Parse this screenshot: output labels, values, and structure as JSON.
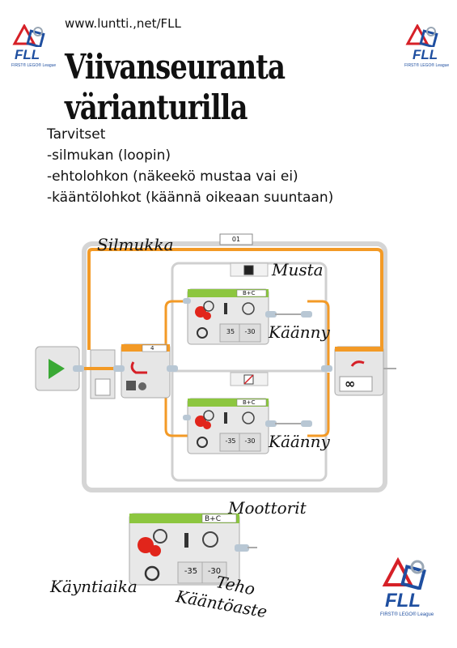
{
  "header": {
    "url": "www.luntti.,net/FLL",
    "title": "Viivanseuranta värianturilla"
  },
  "logos": {
    "top_left": {
      "text": "FLL",
      "sub": "FIRST® LEGO® League"
    },
    "top_right": {
      "text": "FLL",
      "sub": "FIRST® LEGO® League"
    },
    "bottom_right": {
      "text": "FLL",
      "sub": "FIRST® LEGO® League"
    }
  },
  "requirements": {
    "heading": "Tarvitset",
    "items": [
      "-silmukan (loopin)",
      "-ehtolohkon (näkeekö mustaa vai ei)",
      "-kääntölohkot (käännä oikeaan suuntaan)"
    ]
  },
  "program": {
    "loop_label": "Silmukka",
    "loop_id": "01",
    "switch_port": "4",
    "case_label": "Musta",
    "turn_label_1": "Käänny",
    "turn_label_2": "Käänny",
    "upper_block": {
      "ports": "B+C",
      "steering": "35",
      "power": "-30"
    },
    "lower_block": {
      "ports": "B+C",
      "steering": "-35",
      "power": "-30"
    },
    "infinity": "∞"
  },
  "detail": {
    "motors_label": "Moottorit",
    "ports": "B+C",
    "steering": "-35",
    "power": "-30",
    "duration_label": "Käyntiaika",
    "power_label": "Teho",
    "steering_label": "Kääntöaste"
  },
  "colors": {
    "loop_orange": "#f39a26",
    "block_green": "#8cc63f",
    "start_green": "#3aa935",
    "motor_red": "#e1251b",
    "fll_blue": "#1f4fa0",
    "fll_red": "#d62027"
  }
}
